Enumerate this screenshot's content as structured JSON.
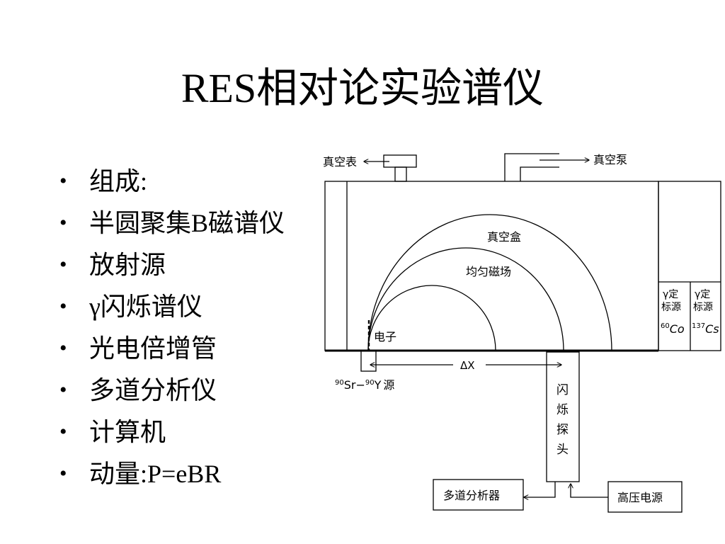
{
  "slide": {
    "title": "RES相对论实验谱仪"
  },
  "bullets": [
    "组成:",
    "半圆聚集B磁谱仪",
    "放射源",
    "γ闪烁谱仪",
    "光电倍增管",
    "多道分析仪",
    "计算机",
    "动量:P=eBR"
  ],
  "diagram": {
    "vacuum_gauge": "真空表",
    "vacuum_pump": "真空泵",
    "vacuum_box": "真空盒",
    "uniform_field": "均匀磁场",
    "electron": "电子",
    "delta_x": "ΔX",
    "source": {
      "sr": "Sr",
      "sr_mass": "90",
      "dash": "−",
      "y_mass": "90",
      "y": "Y",
      "suffix": "源"
    },
    "scint_probe": [
      "闪",
      "烁",
      "探",
      "头"
    ],
    "gamma_cal_1": {
      "line1": "γ定",
      "line2": "标源",
      "mass": "60",
      "element": "Co"
    },
    "gamma_cal_2": {
      "line1": "γ定",
      "line2": "标源",
      "mass": "137",
      "element": "Cs"
    },
    "mca": "多道分析器",
    "hv": "高压电源"
  }
}
